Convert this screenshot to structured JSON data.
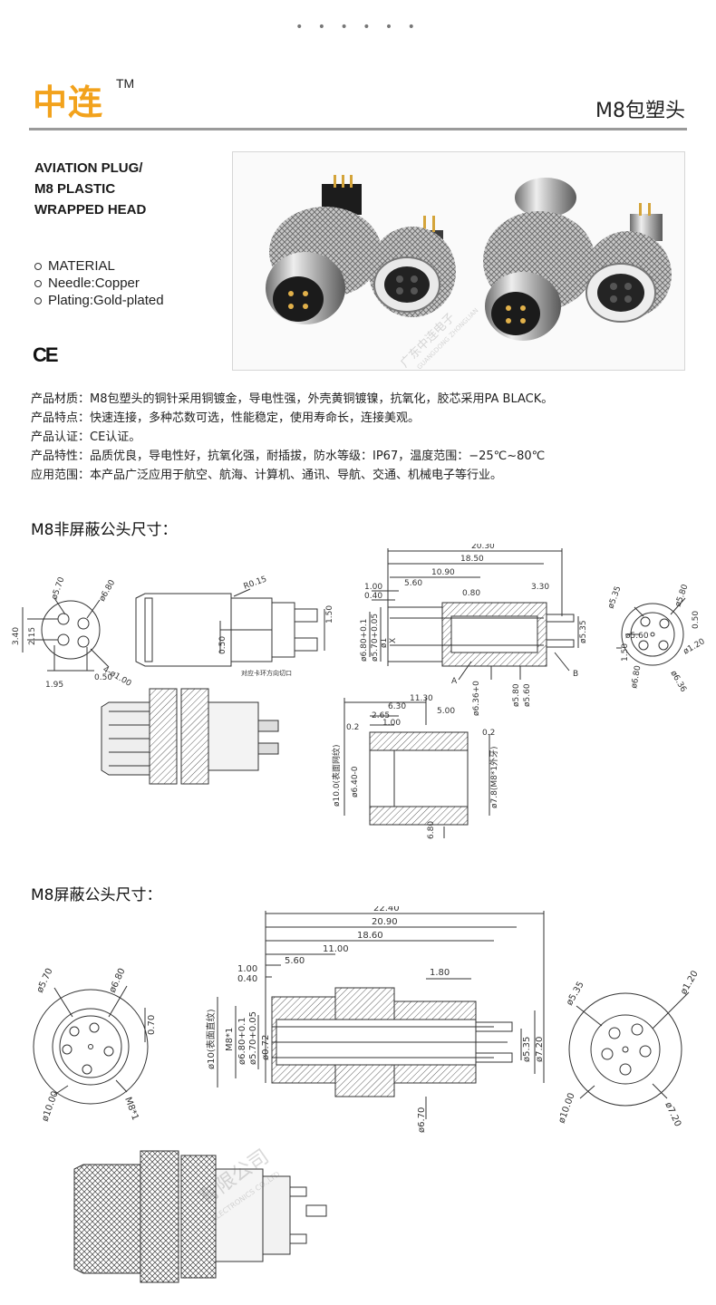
{
  "header": {
    "dots": "• • • • • •",
    "logo_text": "中连",
    "logo_tm": "TM",
    "product_title": "M8包塑头",
    "brand_color": "#f2a21c"
  },
  "intro": {
    "heading_lines": [
      "AVIATION PLUG/",
      "M8 PLASTIC",
      "WRAPPED HEAD"
    ],
    "material_title": "MATERIAL",
    "needle": "Needle:Copper",
    "plating": "Plating:Gold-plated",
    "cert_mark": "CE"
  },
  "watermark": {
    "cn": "广东中连电子",
    "en": "GUANGDONG ZHONGLIAN",
    "cn2": "有限公司",
    "en2": "ELECTRONICS CO.,LTD"
  },
  "description": [
    "产品材质：M8包塑头的铜针采用铜镀金，导电性强，外壳黄铜镀镍，抗氧化，胶芯采用PA BLACK。",
    "产品特点：快速连接，多种芯数可选，性能稳定，使用寿命长，连接美观。",
    "产品认证：CE认证。",
    "产品特性：品质优良，导电性好，抗氧化强，耐插拔，防水等级：IP67，温度范围：−25℃~80℃",
    "应用范围：本产品广泛应用于航空、航海、计算机、通讯、导航、交通、机械电子等行业。"
  ],
  "section1": {
    "title": "M8非屏蔽公头尺寸：",
    "face_dims": [
      "ø5.70",
      "ø6.80",
      "3.40",
      "2.15",
      "4-ø1.00",
      "1.95",
      "0.50"
    ],
    "side_dims": [
      "R0.15",
      "1.50",
      "0.50"
    ],
    "side_note": "对应卡环方向切口",
    "main_dims": [
      "20.30",
      "18.50",
      "10.90",
      "5.60",
      "1.00",
      "0.40",
      "0.80",
      "3.30",
      "ø6.80+0.1",
      "ø5.70+0.05",
      "ø1",
      "X",
      "A",
      "B",
      "ø6.36+0",
      "ø5.80",
      "ø5.60",
      "ø5.35"
    ],
    "rear_dims": [
      "ø5.35",
      "ø5.80",
      "0.50",
      "ø5.60",
      "1.50",
      "ø1.20",
      "ø6.80",
      "ø6.36"
    ],
    "ring_dims": [
      "11.30",
      "6.30",
      "2.65",
      "5.00",
      "1.00",
      "0.2",
      "0.2",
      "ø10.0(表面网纹)",
      "ø6.40-0",
      "ø7.8(M8*1外牙)",
      "6.80"
    ]
  },
  "section2": {
    "title": "M8屏蔽公头尺寸：",
    "face_dims": [
      "ø5.70",
      "ø6.80",
      "0.70",
      "ø10.00",
      "M8*1"
    ],
    "main_dims": [
      "22.40",
      "20.90",
      "18.60",
      "11.00",
      "5.60",
      "1.00",
      "0.40",
      "1.80",
      "ø10(表面直纹)",
      "M8*1",
      "ø6.80+0.1",
      "ø5.70+0.05",
      "ø0.72",
      "ø5.35",
      "ø7.20",
      "ø6.70"
    ],
    "rear_dims": [
      "ø5.35",
      "ø1.20",
      "ø10.00",
      "ø7.20"
    ]
  }
}
